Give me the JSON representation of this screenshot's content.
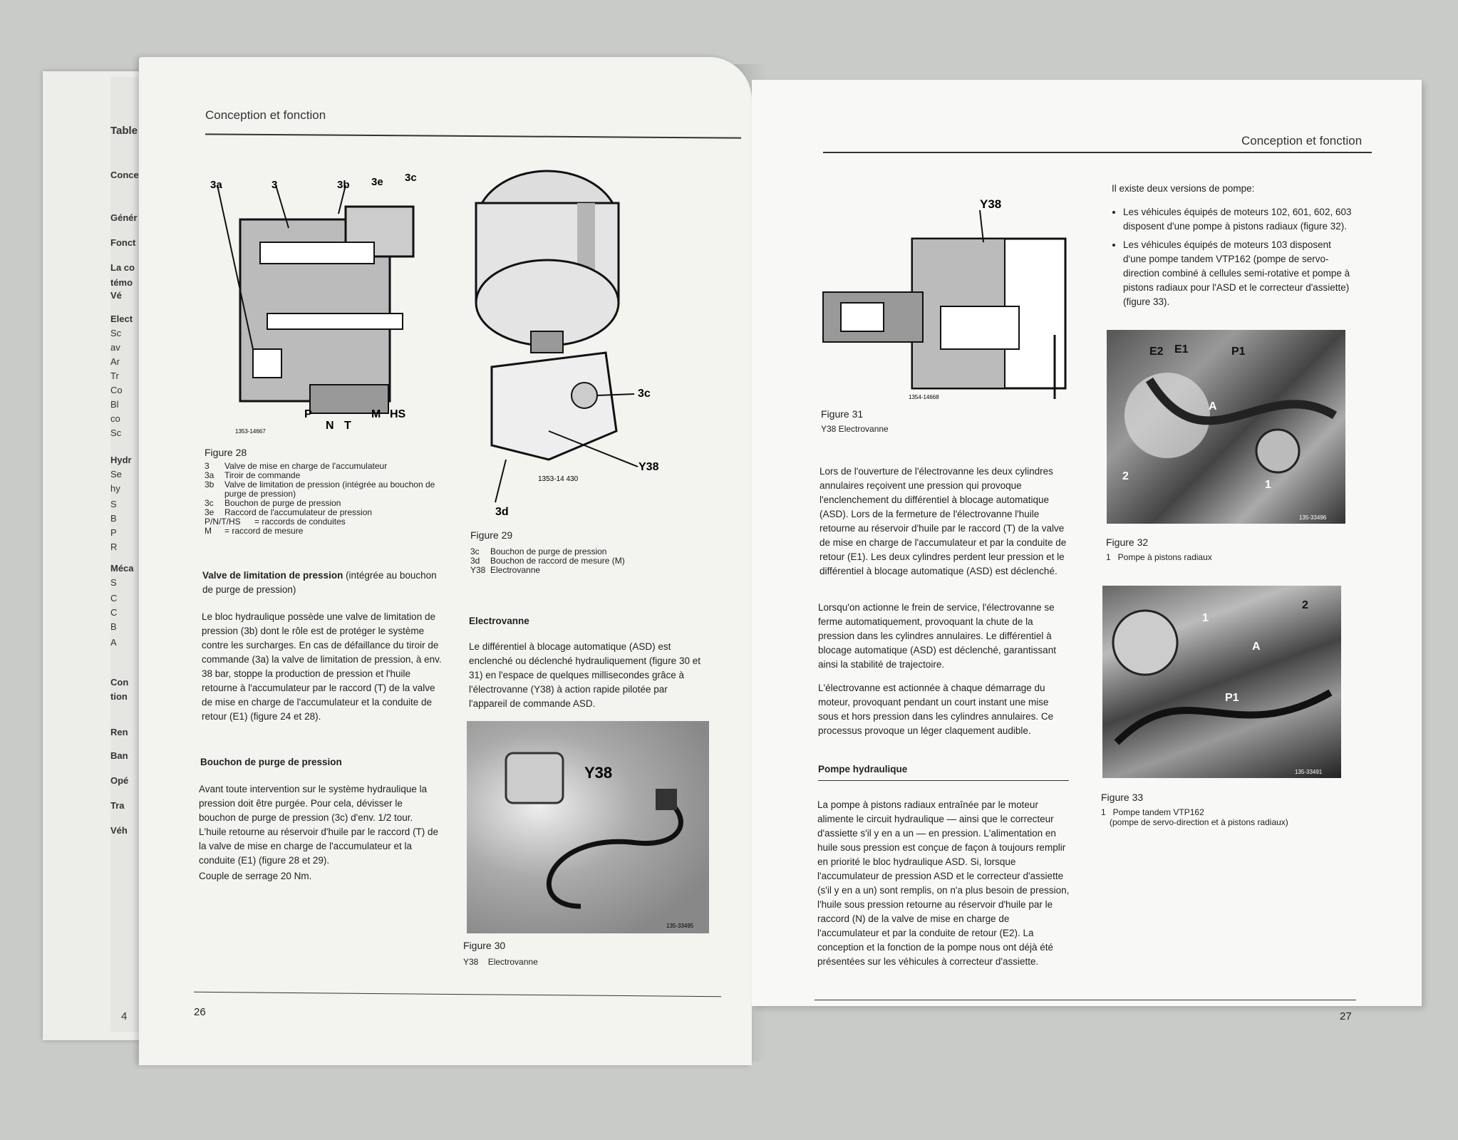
{
  "left_stub": {
    "toc_title": "Table",
    "items": [
      "Conce",
      "Génér",
      "Fonct",
      "La co",
      "témo",
      "Vé",
      "Elect",
      "Sc",
      "av",
      "Ar",
      "Tr",
      "Co",
      "Bl",
      "co",
      "Sc",
      "Hydr",
      "Se",
      "hy",
      "S",
      "B",
      "P",
      "R",
      "Méca",
      "S",
      "C",
      "C",
      "B",
      "A",
      "Con",
      "tion",
      "Ren",
      "Ban",
      "Opé",
      "Tra",
      "Véh"
    ],
    "page_number": "4"
  },
  "left": {
    "header": "Conception et fonction",
    "fig28": {
      "labels": {
        "l3a": "3a",
        "l3": "3",
        "l3b": "3b",
        "l3e": "3e",
        "l3c": "3c",
        "P": "P",
        "N": "N",
        "T": "T",
        "M": "M",
        "HS": "HS"
      },
      "code": "1353-14667",
      "caption": "Figure 28",
      "legend": [
        [
          "3",
          "Valve de mise en charge de l'accumulateur"
        ],
        [
          "3a",
          "Tiroir de commande"
        ],
        [
          "3b",
          "Valve de limitation de pression (intégrée au bouchon de purge de pression)"
        ],
        [
          "3c",
          "Bouchon de purge de pression"
        ],
        [
          "3e",
          "Raccord de l'accumulateur de pression"
        ],
        [
          "P/N/T/HS",
          "= raccords de conduites"
        ],
        [
          "M",
          "= raccord de mesure"
        ]
      ]
    },
    "fig29": {
      "labels": {
        "c3": "3c",
        "y38": "Y38",
        "d3": "3d"
      },
      "code": "1353-14 430",
      "caption": "Figure 29",
      "legend": [
        [
          "3c",
          "Bouchon de purge de pression"
        ],
        [
          "3d",
          "Bouchon de raccord de mesure (M)"
        ],
        [
          "Y38",
          "Electrovanne"
        ]
      ]
    },
    "s1_title": "Valve de limitation de pression",
    "s1_title_rest": " (intégrée au bouchon de purge de pression)",
    "s1_body": "Le bloc hydraulique possède une valve de limitation de pression (3b) dont le rôle est de protéger le système contre les surcharges. En cas de défaillance du tiroir de commande (3a) la valve de limitation de pression, à env. 38 bar, stoppe la production de pression et l'huile retourne à l'accumulateur par le raccord (T) de la valve de mise en charge de l'accumulateur et la conduite de retour (E1) (figure 24 et 28).",
    "s2_title": "Bouchon de purge de pression",
    "s2_body": "Avant toute intervention sur le système hydraulique la pression doit être purgée. Pour cela, dévisser le bouchon de purge de pression (3c) d'env. 1/2 tour. L'huile retourne au réservoir d'huile par le raccord (T) de la valve de mise en charge de l'accumulateur et la conduite (E1) (figure 28 et 29).",
    "s2_torque": "Couple de serrage 20 Nm.",
    "s3_title": "Electrovanne",
    "s3_body": "Le différentiel à blocage automatique (ASD) est enclenché ou déclenché hydrauliquement (figure 30 et 31) en l'espace de quelques millisecondes grâce à l'électrovanne (Y38) à action rapide pilotée par l'appareil de commande ASD.",
    "fig30": {
      "label": "Y38",
      "code": "135-33495",
      "caption": "Figure 30",
      "legend_key": "Y38",
      "legend_val": "Electrovanne"
    },
    "page_number": "26"
  },
  "right": {
    "header": "Conception et fonction",
    "fig31": {
      "label": "Y38",
      "code": "1354-14668",
      "caption": "Figure 31",
      "legend": "Y38 Electrovanne"
    },
    "p1": "Lors de l'ouverture de l'électrovanne les deux cylindres annulaires reçoivent une pression qui provoque l'enclenchement du différentiel à blocage automatique (ASD). Lors de la fermeture de l'électrovanne l'huile retourne au réservoir d'huile par le raccord (T) de la valve de mise en charge de l'accumulateur et par la conduite de retour (E1). Les deux cylindres perdent leur pression et le différentiel à blocage automatique (ASD) est déclenché.",
    "p2": "Lorsqu'on actionne le frein de service, l'électrovanne se ferme automatiquement, provoquant la chute de la pression dans les cylindres annulaires. Le différentiel à blocage automatique (ASD) est déclenché, garantissant ainsi la stabilité de trajectoire.",
    "p3": "L'électrovanne est actionnée à chaque démarrage du moteur, provoquant pendant un court instant une mise sous et hors pression dans les cylindres annulaires. Ce processus provoque un léger claquement audible.",
    "s_pompe_title": "Pompe hydraulique",
    "p4": "La pompe à pistons radiaux entraînée par le moteur alimente le circuit hydraulique — ainsi que le correcteur d'assiette s'il y en a un — en pression. L'alimentation en huile sous pression est conçue de façon à toujours remplir en priorité le bloc hydraulique ASD. Si, lorsque l'accumulateur de pression ASD et le correcteur d'assiette (s'il y en a un) sont remplis, on n'a plus besoin de pression, l'huile sous pression retourne au réservoir d'huile par le raccord (N) de la valve de mise en charge de l'accumulateur et par la conduite de retour (E2). La conception et la fonction de la pompe nous ont déjà été présentées sur les véhicules à correcteur d'assiette.",
    "versions_intro": "Il existe deux versions de pompe:",
    "bullets": [
      "Les véhicules équipés de moteurs 102, 601, 602, 603 disposent d'une pompe à pistons radiaux (figure 32).",
      "Les véhicules équipés de moteurs 103 disposent d'une pompe tandem VTP162 (pompe de servo-direction combiné à cellules semi-rotative et pompe à pistons radiaux pour l'ASD et le correcteur d'assiette) (figure 33)."
    ],
    "fig32": {
      "labels": {
        "e2": "E2",
        "e1": "E1",
        "p1": "P1",
        "a": "A",
        "n2": "2",
        "n1": "1"
      },
      "code": "135-33496",
      "caption": "Figure 32",
      "legend": "1   Pompe à pistons radiaux"
    },
    "fig33": {
      "labels": {
        "n1": "1",
        "n2": "2",
        "a": "A",
        "p1": "P1"
      },
      "code": "135-33491",
      "caption": "Figure 33",
      "legend1": "1   Pompe tandem VTP162",
      "legend2": "(pompe de servo-direction et à pistons radiaux)"
    },
    "page_number": "27"
  }
}
